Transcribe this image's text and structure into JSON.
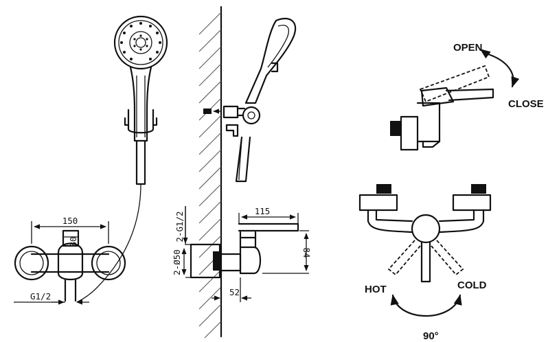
{
  "labels": {
    "open": "OPEN",
    "close": "CLOSE",
    "hot": "HOT",
    "cold": "COLD",
    "angle": "90°"
  },
  "dimensions": {
    "front_width": "150",
    "front_height": "80",
    "front_thread": "G1/2",
    "side_depth": "115",
    "side_thread": "2-G1/2",
    "side_flange": "2-Ø50",
    "side_height": "84",
    "side_offset": "52"
  }
}
